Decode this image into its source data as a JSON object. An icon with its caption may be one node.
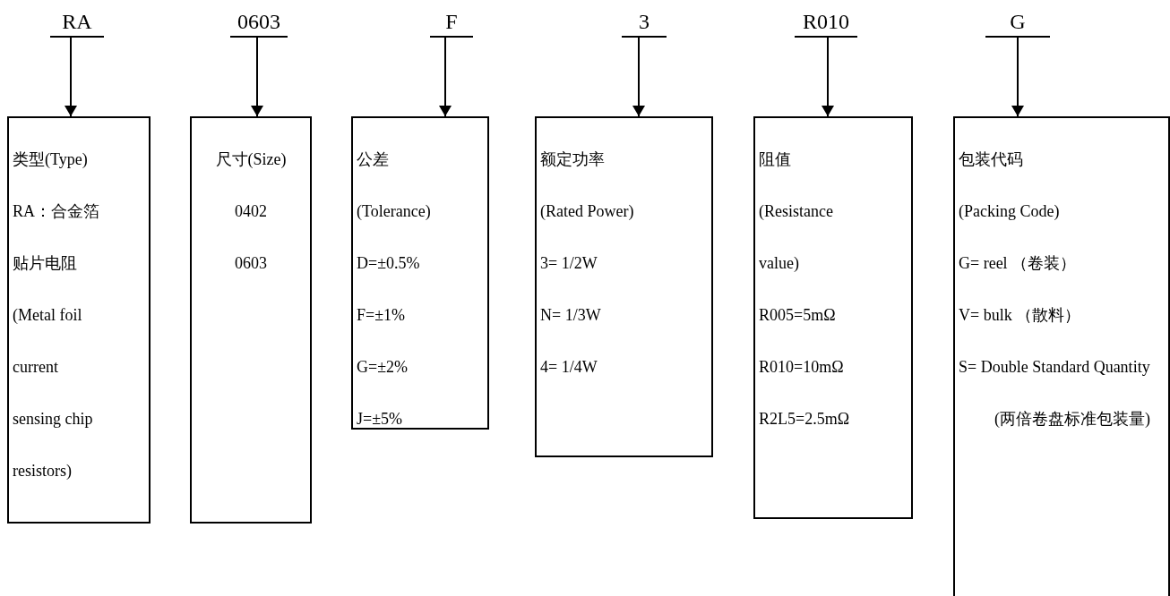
{
  "diagram": {
    "nodes": [
      {
        "text": [
          "RA"
        ]
      },
      {
        "text": [
          "0603"
        ]
      },
      {
        "text": [
          "F"
        ]
      },
      {
        "text": [
          "3"
        ]
      },
      {
        "text": [
          "R010"
        ]
      },
      {
        "text": [
          "G"
        ]
      },
      {
        "text": [
          "类型(Type)",
          "RA：合金箔贴片电阻",
          "(Metal foil current sensing chip resistors)"
        ]
      },
      {
        "text": [
          "尺寸(Size)",
          "0402",
          "0603"
        ]
      },
      {
        "text": [
          "公差",
          "(Tolerance)",
          "D=±0.5%",
          "F=±1%",
          "G=±2%",
          "J=±5%"
        ]
      },
      {
        "text": [
          "额定功率",
          "(Rated Power)",
          "3= 1/2W",
          "N= 1/3W",
          "4= 1/4W"
        ]
      },
      {
        "text": [
          "阻值",
          "(Resistance value)",
          "R005=5mΩ",
          "R010=10mΩ",
          "R2L5=2.5mΩ"
        ]
      },
      {
        "text": [
          "包装代码",
          "(Packing Code)",
          "G= reel （卷装）",
          "V= bulk （散料）",
          "S= Double Standard Quantity (两倍卷盘标准包装量)"
        ]
      }
    ],
    "edges": [
      {
        "from": 0,
        "to": 6,
        "arrow": "to"
      },
      {
        "from": 1,
        "to": 7,
        "arrow": "to"
      },
      {
        "from": 2,
        "to": 8,
        "arrow": "to"
      },
      {
        "from": 3,
        "to": 9,
        "arrow": "to"
      },
      {
        "from": 4,
        "to": 10,
        "arrow": "to"
      },
      {
        "from": 5,
        "to": 11,
        "arrow": "to"
      }
    ]
  }
}
